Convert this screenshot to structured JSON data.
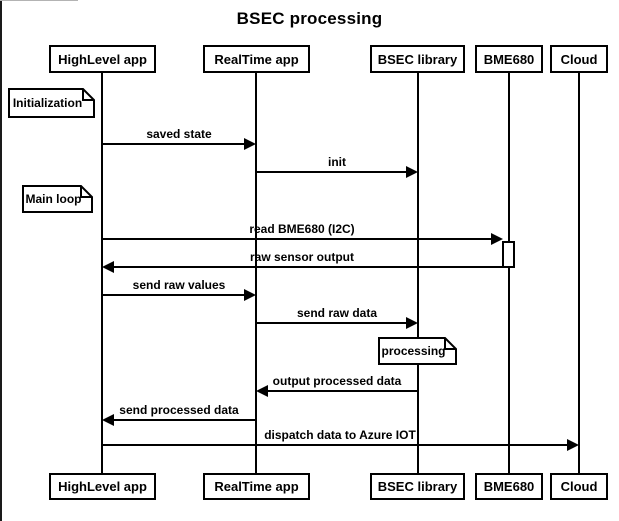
{
  "title": "BSEC processing",
  "participants": [
    {
      "label": "HighLevel app"
    },
    {
      "label": "RealTime app"
    },
    {
      "label": "BSEC library"
    },
    {
      "label": "BME680"
    },
    {
      "label": "Cloud"
    }
  ],
  "notes": [
    {
      "label": "Initialization"
    },
    {
      "label": "Main loop"
    },
    {
      "label": "processing"
    }
  ],
  "messages": [
    {
      "label": "saved state",
      "from": "HighLevel app",
      "to": "RealTime app"
    },
    {
      "label": "init",
      "from": "RealTime app",
      "to": "BSEC library"
    },
    {
      "label": "read BME680 (I2C)",
      "from": "HighLevel app",
      "to": "BME680"
    },
    {
      "label": "raw sensor output",
      "from": "BME680",
      "to": "HighLevel app"
    },
    {
      "label": "send raw values",
      "from": "HighLevel app",
      "to": "RealTime app"
    },
    {
      "label": "send raw data",
      "from": "RealTime app",
      "to": "BSEC library"
    },
    {
      "label": "output processed data",
      "from": "BSEC library",
      "to": "RealTime app"
    },
    {
      "label": "send processed data",
      "from": "RealTime app",
      "to": "HighLevel app"
    },
    {
      "label": "dispatch data to Azure IOT",
      "from": "HighLevel app",
      "to": "Cloud"
    }
  ],
  "colors": {
    "line": "#000000",
    "background": "#ffffff",
    "text": "#000000"
  }
}
